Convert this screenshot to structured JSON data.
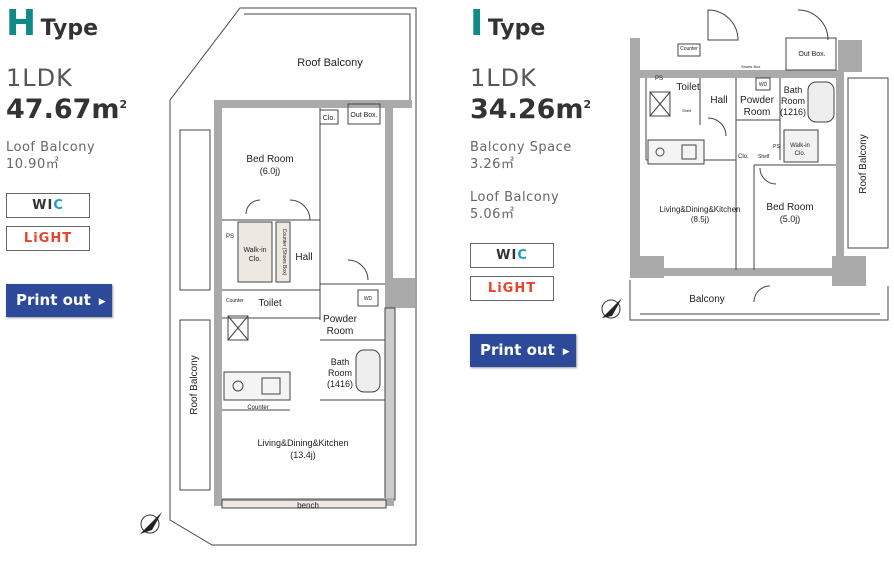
{
  "units": [
    {
      "letter": "H",
      "type_word": "Type",
      "layout": "1LDK",
      "area_value": "47.67",
      "area_unit": "m",
      "area_sup": "2",
      "outdoor": [
        {
          "label": "Loof Balcony",
          "value": "10.90㎡"
        }
      ],
      "badges": {
        "wic_a": "WI",
        "wic_b": "C",
        "light": "LiGHT"
      },
      "print_label": "Print out",
      "plan_labels": {
        "roof_balcony_top": "Roof Balcony",
        "out_box": "Out Box.",
        "clo_top": "Clo.",
        "bedroom": "Bed Room",
        "bedroom_size": "(6.0j)",
        "ps": "PS",
        "walkin": "Walk-in",
        "walkin_clo": "Clo.",
        "counter_shoes": "Counter (Shoes Box)",
        "hall": "Hall",
        "counter_small": "Counter",
        "toilet": "Toilet",
        "wd": "WD",
        "powder": "Powder",
        "powder_room": "Room",
        "bath": "Bath",
        "bath_room": "Room",
        "bath_size": "(1416)",
        "roof_balcony_side": "Roof Balcony",
        "counter": "Counter",
        "ldk": "Living&Dining&Kitchen",
        "ldk_size": "(13.4j)",
        "bench": "bench"
      }
    },
    {
      "letter": "I",
      "type_word": "Type",
      "layout": "1LDK",
      "area_value": "34.26",
      "area_unit": "m",
      "area_sup": "2",
      "outdoor": [
        {
          "label": "Balcony Space",
          "value": "3.26㎡"
        },
        {
          "label": "Loof Balcony",
          "value": "5.06㎡"
        }
      ],
      "badges": {
        "wic_a": "WI",
        "wic_b": "C",
        "light": "LiGHT"
      },
      "print_label": "Print out",
      "plan_labels": {
        "counter_top": "Counter",
        "shoes": "Shoes Box",
        "out_box": "Out Box.",
        "ps": "PS",
        "toilet": "Toilet",
        "hall": "Hall",
        "wd": "WD",
        "powder": "Powder",
        "powder_room": "Room",
        "bath": "Bath",
        "bath_room": "Room",
        "bath_size": "(1216)",
        "shelf_a": "Shelf",
        "shelf_b": "Shelf",
        "ps_b": "PS",
        "clo": "Clo.",
        "walkin": "Walk-in",
        "walkin_clo": "Clo.",
        "roof_balcony": "Roof Balcony",
        "ldk": "Living&Dining&Kitchen",
        "ldk_size": "(8.5j)",
        "bedroom": "Bed Room",
        "bedroom_size": "(5.0j)",
        "balcony": "Balcony"
      }
    }
  ]
}
